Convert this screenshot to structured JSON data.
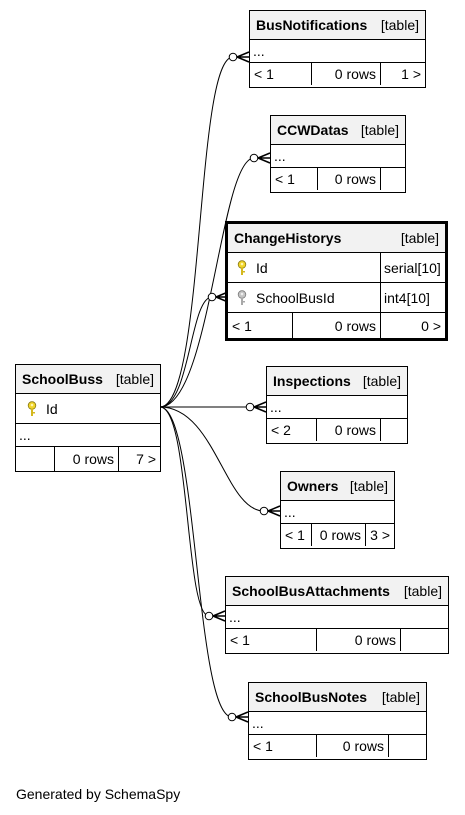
{
  "tables": {
    "bus_notifications": {
      "name": "BusNotifications",
      "kind": "[table]",
      "ellipsis": "...",
      "prev": "< 1",
      "rows": "0 rows",
      "next": "1 >"
    },
    "ccw_datas": {
      "name": "CCWDatas",
      "kind": "[table]",
      "ellipsis": "...",
      "prev": "< 1",
      "rows": "0 rows",
      "next": ""
    },
    "change_historys": {
      "name": "ChangeHistorys",
      "kind": "[table]",
      "columns": [
        {
          "name": "Id",
          "type": "serial[10]",
          "key": "primary"
        },
        {
          "name": "SchoolBusId",
          "type": "int4[10]",
          "key": "foreign"
        }
      ],
      "prev": "< 1",
      "rows": "0 rows",
      "next": "0 >"
    },
    "inspections": {
      "name": "Inspections",
      "kind": "[table]",
      "ellipsis": "...",
      "prev": "< 2",
      "rows": "0 rows",
      "next": ""
    },
    "owners": {
      "name": "Owners",
      "kind": "[table]",
      "ellipsis": "...",
      "prev": "< 1",
      "rows": "0 rows",
      "next": "3 >"
    },
    "school_bus_attachments": {
      "name": "SchoolBusAttachments",
      "kind": "[table]",
      "ellipsis": "...",
      "prev": "< 1",
      "rows": "0 rows",
      "next": ""
    },
    "school_bus_notes": {
      "name": "SchoolBusNotes",
      "kind": "[table]",
      "ellipsis": "...",
      "prev": "< 1",
      "rows": "0 rows",
      "next": ""
    },
    "school_buss": {
      "name": "SchoolBuss",
      "kind": "[table]",
      "key_column": "Id",
      "ellipsis": "...",
      "prev": "",
      "rows": "0 rows",
      "next": "7 >"
    }
  },
  "colors": {
    "line": "#000000",
    "header_bg": "#f2f2f2",
    "primary_key": "#f1d52a",
    "foreign_key": "#b8b8b8"
  },
  "footer": "Generated by SchemaSpy"
}
